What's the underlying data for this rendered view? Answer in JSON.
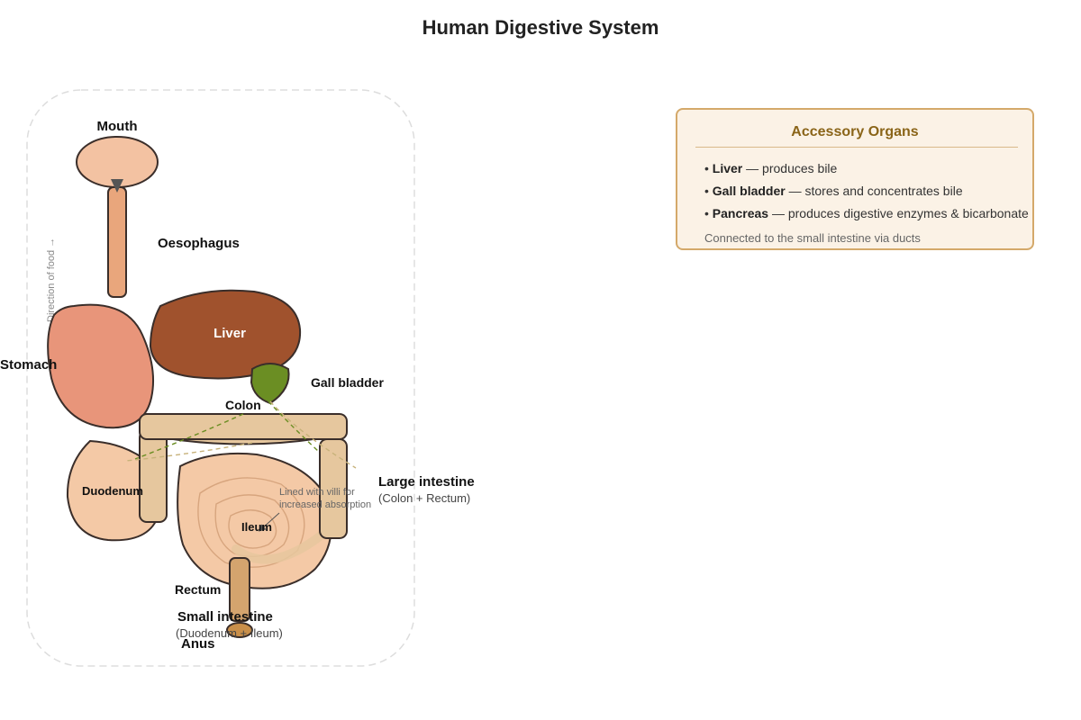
{
  "title": "Human Digestive System",
  "labels": {
    "mouth": "Mouth",
    "oesophagus": "Oesophagus",
    "stomach": "Stomach",
    "liver": "Liver",
    "gall_bladder": "Gall bladder",
    "colon": "Colon",
    "duodenum": "Duodenum",
    "ileum": "Ileum",
    "large_intestine": "Large intestine",
    "large_intestine_sub": "(Colon + Rectum)",
    "villi_note_1": "Lined with villi for",
    "villi_note_2": "increased absorption",
    "rectum": "Rectum",
    "small_intestine": "Small intestine",
    "small_intestine_sub": "(Duodenum + Ileum)",
    "anus": "Anus",
    "direction": "Direction of food →"
  },
  "accessory": {
    "title": "Accessory Organs",
    "items": [
      {
        "name": "Liver",
        "desc": " — produces bile"
      },
      {
        "name": "Gall bladder",
        "desc": " — stores and concentrates bile"
      },
      {
        "name": "Pancreas",
        "desc": " — produces digestive enzymes & bicarbonate"
      }
    ],
    "note": "Connected to the small intestine via ducts"
  },
  "colors": {
    "mouth": "#f3c2a2",
    "oesophagus": "#e9a67c",
    "stomach": "#e8957a",
    "liver": "#a0522d",
    "gall_bladder": "#6b8e23",
    "colon": "#e6c79e",
    "duodenum": "#f4c9a6",
    "ileum": "#f4c9a6",
    "rectum": "#d4a46e",
    "anus": "#c98f4a",
    "outline": "#3a2e2a",
    "card_bg": "#fbf2e6",
    "card_border": "#d4a96a",
    "card_title": "#8a6418"
  }
}
